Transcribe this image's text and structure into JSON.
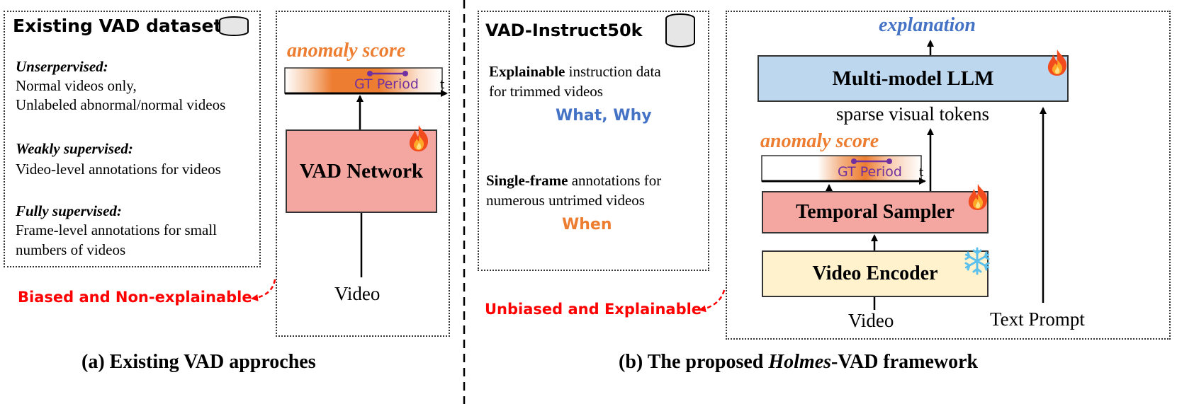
{
  "panel_a": {
    "datasets_title": "Existing VAD datasets",
    "unsupervised_head": "Unserpervised:",
    "unsupervised_l1": "Normal videos only,",
    "unsupervised_l2": "Unlabeled abnormal/normal videos",
    "weak_head": "Weakly supervised:",
    "weak_l1": "Video-level annotations for videos",
    "full_head": "Fully supervised:",
    "full_l1": "Frame-level annotations for small",
    "full_l2": "numbers of videos",
    "note": "Biased and Non-explainable",
    "anomaly_score": "anomaly score",
    "gt_period": "GT Period",
    "t_label": "t",
    "network": "VAD Network",
    "video": "Video",
    "caption": "(a) Existing VAD approches"
  },
  "panel_b": {
    "instruct_title": "VAD-Instruct50k",
    "explainable_bold": "Explainable",
    "explainable_rest_l1": " instruction data",
    "explainable_l2": "for trimmed videos",
    "what_why": "What, Why",
    "single_bold": "Single-frame",
    "single_rest_l1": " annotations for",
    "single_l2": "numerous untrimed videos",
    "when": "When",
    "note": "Unbiased and Explainable",
    "explanation": "explanation",
    "llm": "Multi-model LLM",
    "sparse_tokens": "sparse visual tokens",
    "anomaly_score": "anomaly score",
    "gt_period": "GT Period",
    "t_label": "t",
    "sampler": "Temporal Sampler",
    "encoder": "Video Encoder",
    "video": "Video",
    "text_prompt": "Text Prompt",
    "caption_pre": "(b) The proposed ",
    "caption_italic": "Holmes",
    "caption_post": "-VAD framework"
  },
  "icons": [
    "database-icon",
    "fire-icon",
    "snowflake-icon"
  ],
  "colors": {
    "orange": "#ed7d31",
    "blue": "#4472c4",
    "red": "#ff0000",
    "purple": "#7030a0",
    "network_fill": "#f4a6a0",
    "llm_fill": "#bdd7ee",
    "encoder_fill": "#fff2cc"
  }
}
